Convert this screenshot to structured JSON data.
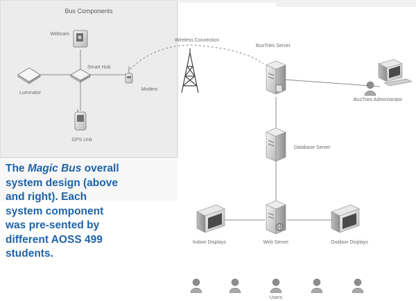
{
  "panel": {
    "title": "Bus Components"
  },
  "nodes": {
    "webcam": "Webcam",
    "smart_hub": "Smart Hub",
    "luminator": "Luminator",
    "modem": "Modem",
    "gps_unit": "GPS Unit",
    "wireless_connection": "Wireless Connection",
    "bustries_server": "BusTries Server",
    "bustries_admin": "BusTries Administrator",
    "database_server": "Database Server",
    "web_server": "Web Server",
    "indoor_displays": "Indoor Displays",
    "outdoor_displays": "Outdoor Displays",
    "users": "Users"
  },
  "caption": {
    "lead": "The ",
    "italic": "Magic Bus",
    "rest": " overall system design (above and right). Each system component was pre-sented by different AOSS 499 students."
  },
  "colors": {
    "caption": "#1d63a8",
    "panel_fill": "#ececec",
    "device_fill": "#d9d9d9",
    "line": "#8a8a8a"
  }
}
